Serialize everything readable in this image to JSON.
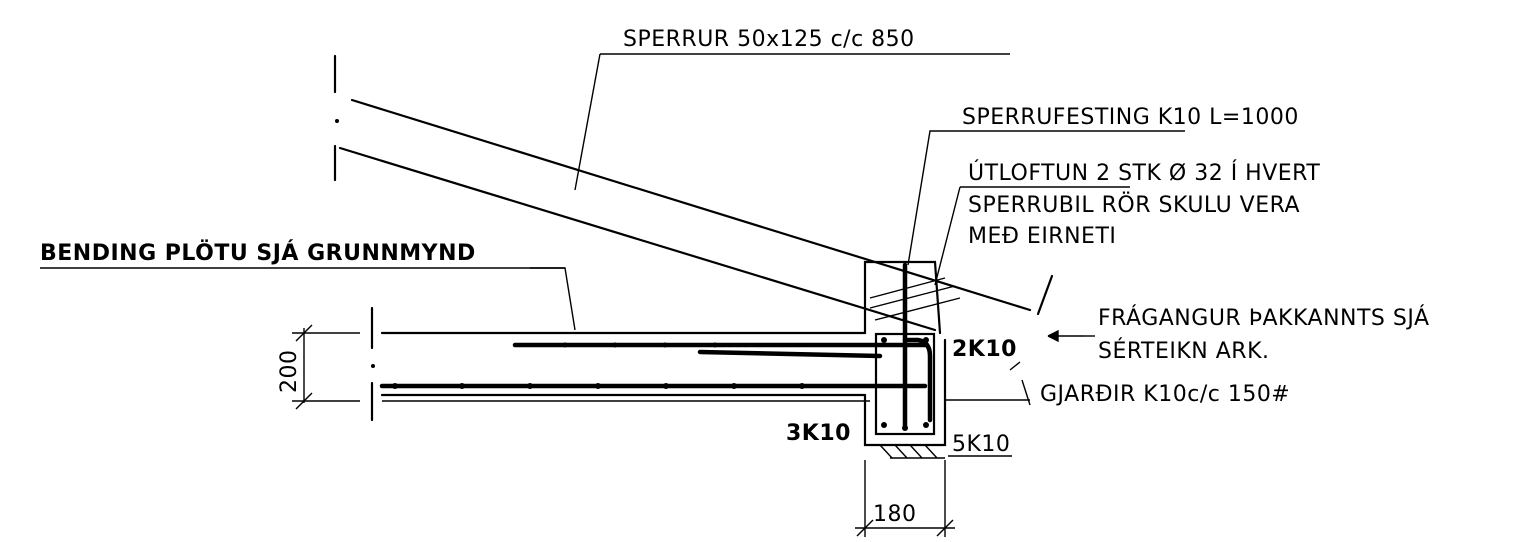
{
  "labels": {
    "rafters": "SPERRUR 50x125 c/c 850",
    "rafter_fixing": "SPERRUFESTING K10 L=1000",
    "vent_line1": "ÚTLOFTUN 2 STK Ø 32 Í HVERT",
    "vent_line2": "SPERRUBIL RÖR SKULU VERA",
    "vent_line3": "MEÐ EIRNETI",
    "slab_reinforcement": "BENDING PLÖTU SJÁ GRUNNMYND",
    "eaves_line1": "FRÁGANGUR ÞAKKANNTS SJÁ",
    "eaves_line2": "SÉRTEIKN ARK.",
    "top_bars": "2K10",
    "stirrups": "GJARÐIR K10c/c 150#",
    "bottom_bars": "3K10",
    "side_bars": "5K10",
    "slab_thickness": "200",
    "beam_width": "180"
  }
}
